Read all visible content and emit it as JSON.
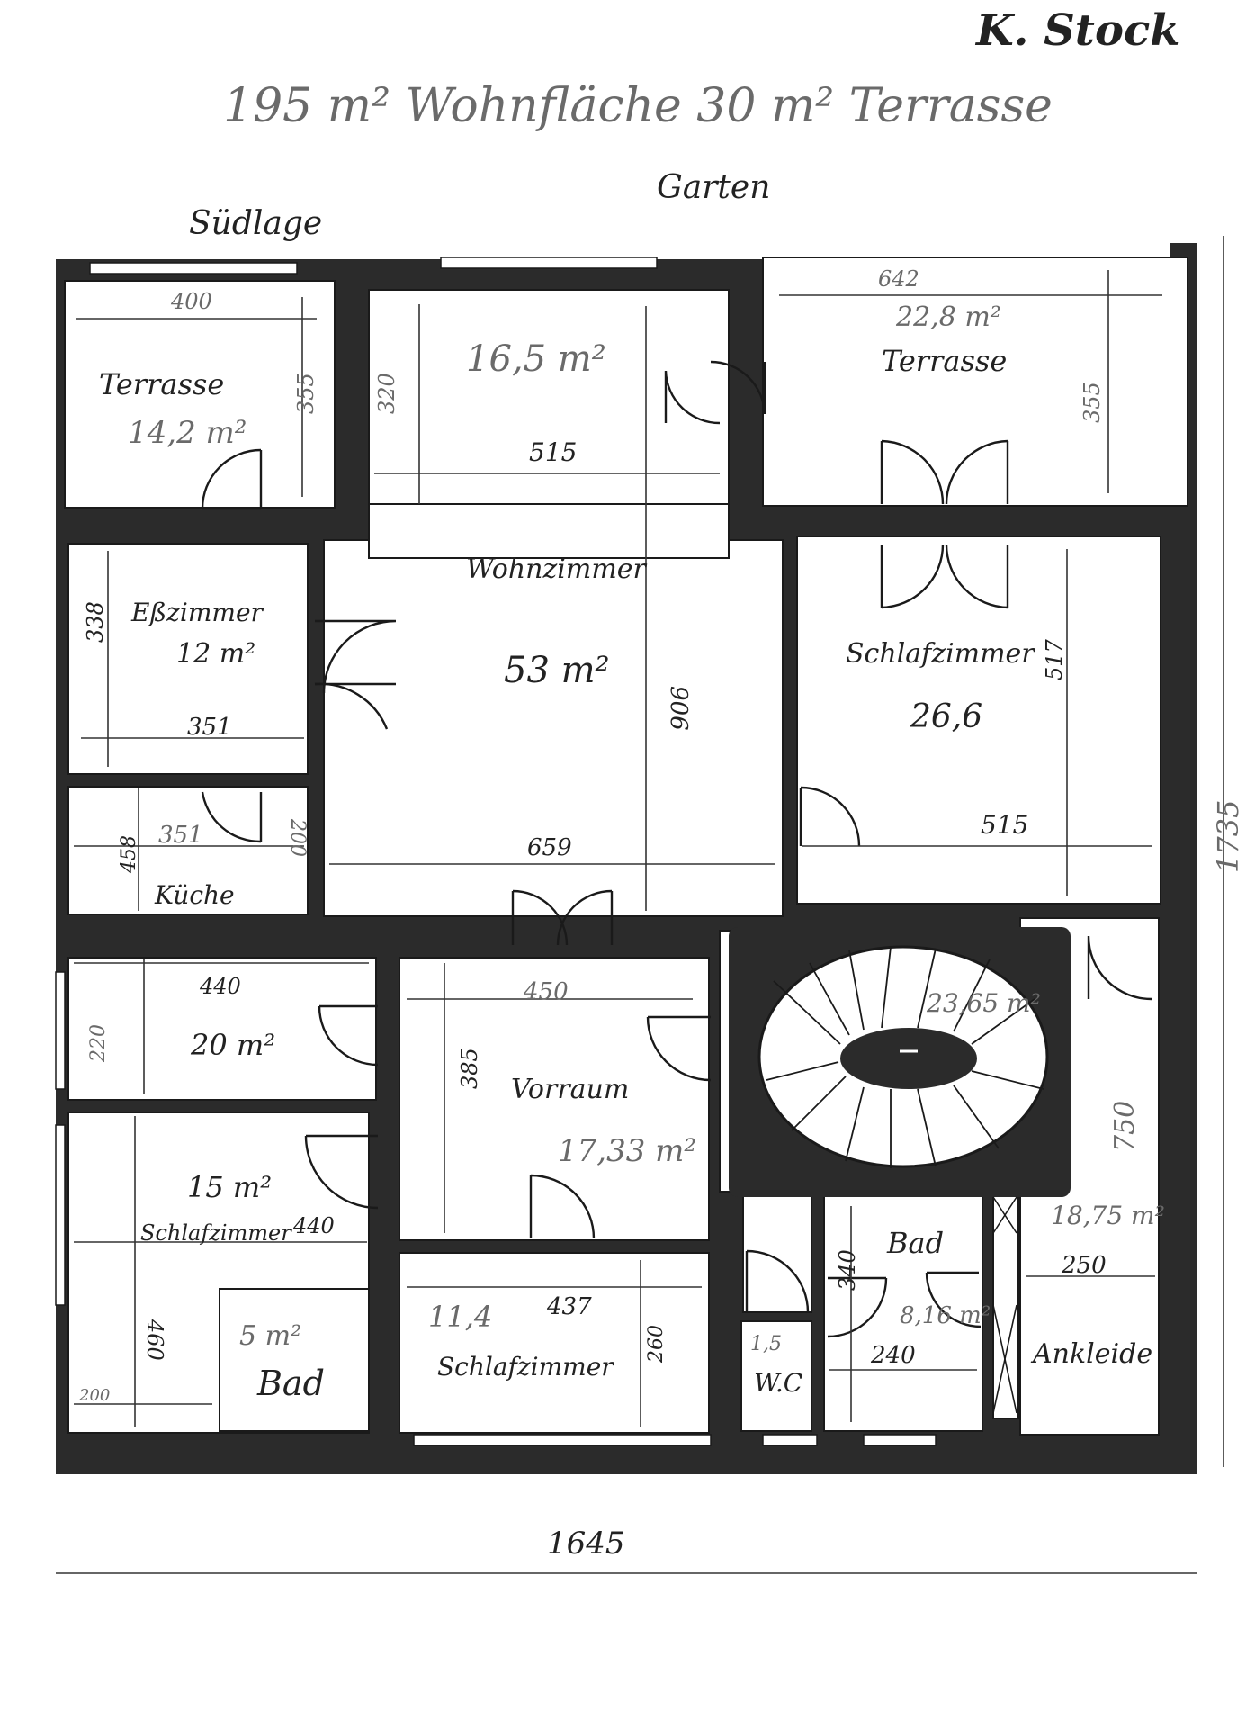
{
  "header": {
    "signature": "K. Stock",
    "area_note": "195 m² Wohnfläche 30 m² Terrasse",
    "garden_label": "Garten",
    "orientation_label": "Südlage"
  },
  "rooms": {
    "terrace_left": {
      "name": "Terrasse",
      "area": "14,2 m²",
      "w": "400",
      "h": "355"
    },
    "living_upper": {
      "area": "16,5 m²",
      "w": "515",
      "h": "320"
    },
    "terrace_right": {
      "name": "Terrasse",
      "area": "22,8 m²",
      "w": "642",
      "h": "355"
    },
    "living": {
      "name": "Wohnzimmer",
      "area": "53 m²",
      "h": "906",
      "w": "659"
    },
    "dining": {
      "name": "Eßzimmer",
      "area": "12 m²",
      "h": "338",
      "w": "351"
    },
    "bedroom_right": {
      "name": "Schlafzimmer",
      "area": "26,6",
      "h": "517",
      "w": "515"
    },
    "kitchen": {
      "name": "Küche",
      "w": "351",
      "h": "458",
      "h2": "200"
    },
    "room20": {
      "area": "20 m²",
      "w": "440",
      "h": "220"
    },
    "hall": {
      "name": "Vorraum",
      "area": "17,33 m²",
      "w": "450",
      "h": "385"
    },
    "stair": {
      "area": "23,65 m²"
    },
    "dressing": {
      "area": "18,75 m²",
      "h": "750",
      "w": "250",
      "name": "Ankleide"
    },
    "bedroom_left": {
      "area": "15 m²",
      "name": "Schlafzimmer",
      "w": "440",
      "h": "460",
      "w2": "200"
    },
    "bath_small": {
      "area": "5 m²",
      "name": "Bad"
    },
    "bedroom_small": {
      "area": "11,4",
      "name": "Schlafzimmer",
      "w": "437",
      "h": "260"
    },
    "wc": {
      "area": "1,5",
      "name": "W.C"
    },
    "bath": {
      "name": "Bad",
      "h": "340",
      "w": "240",
      "area": "8,16 m²"
    }
  },
  "overall": {
    "width": "1645",
    "height": "1735"
  }
}
